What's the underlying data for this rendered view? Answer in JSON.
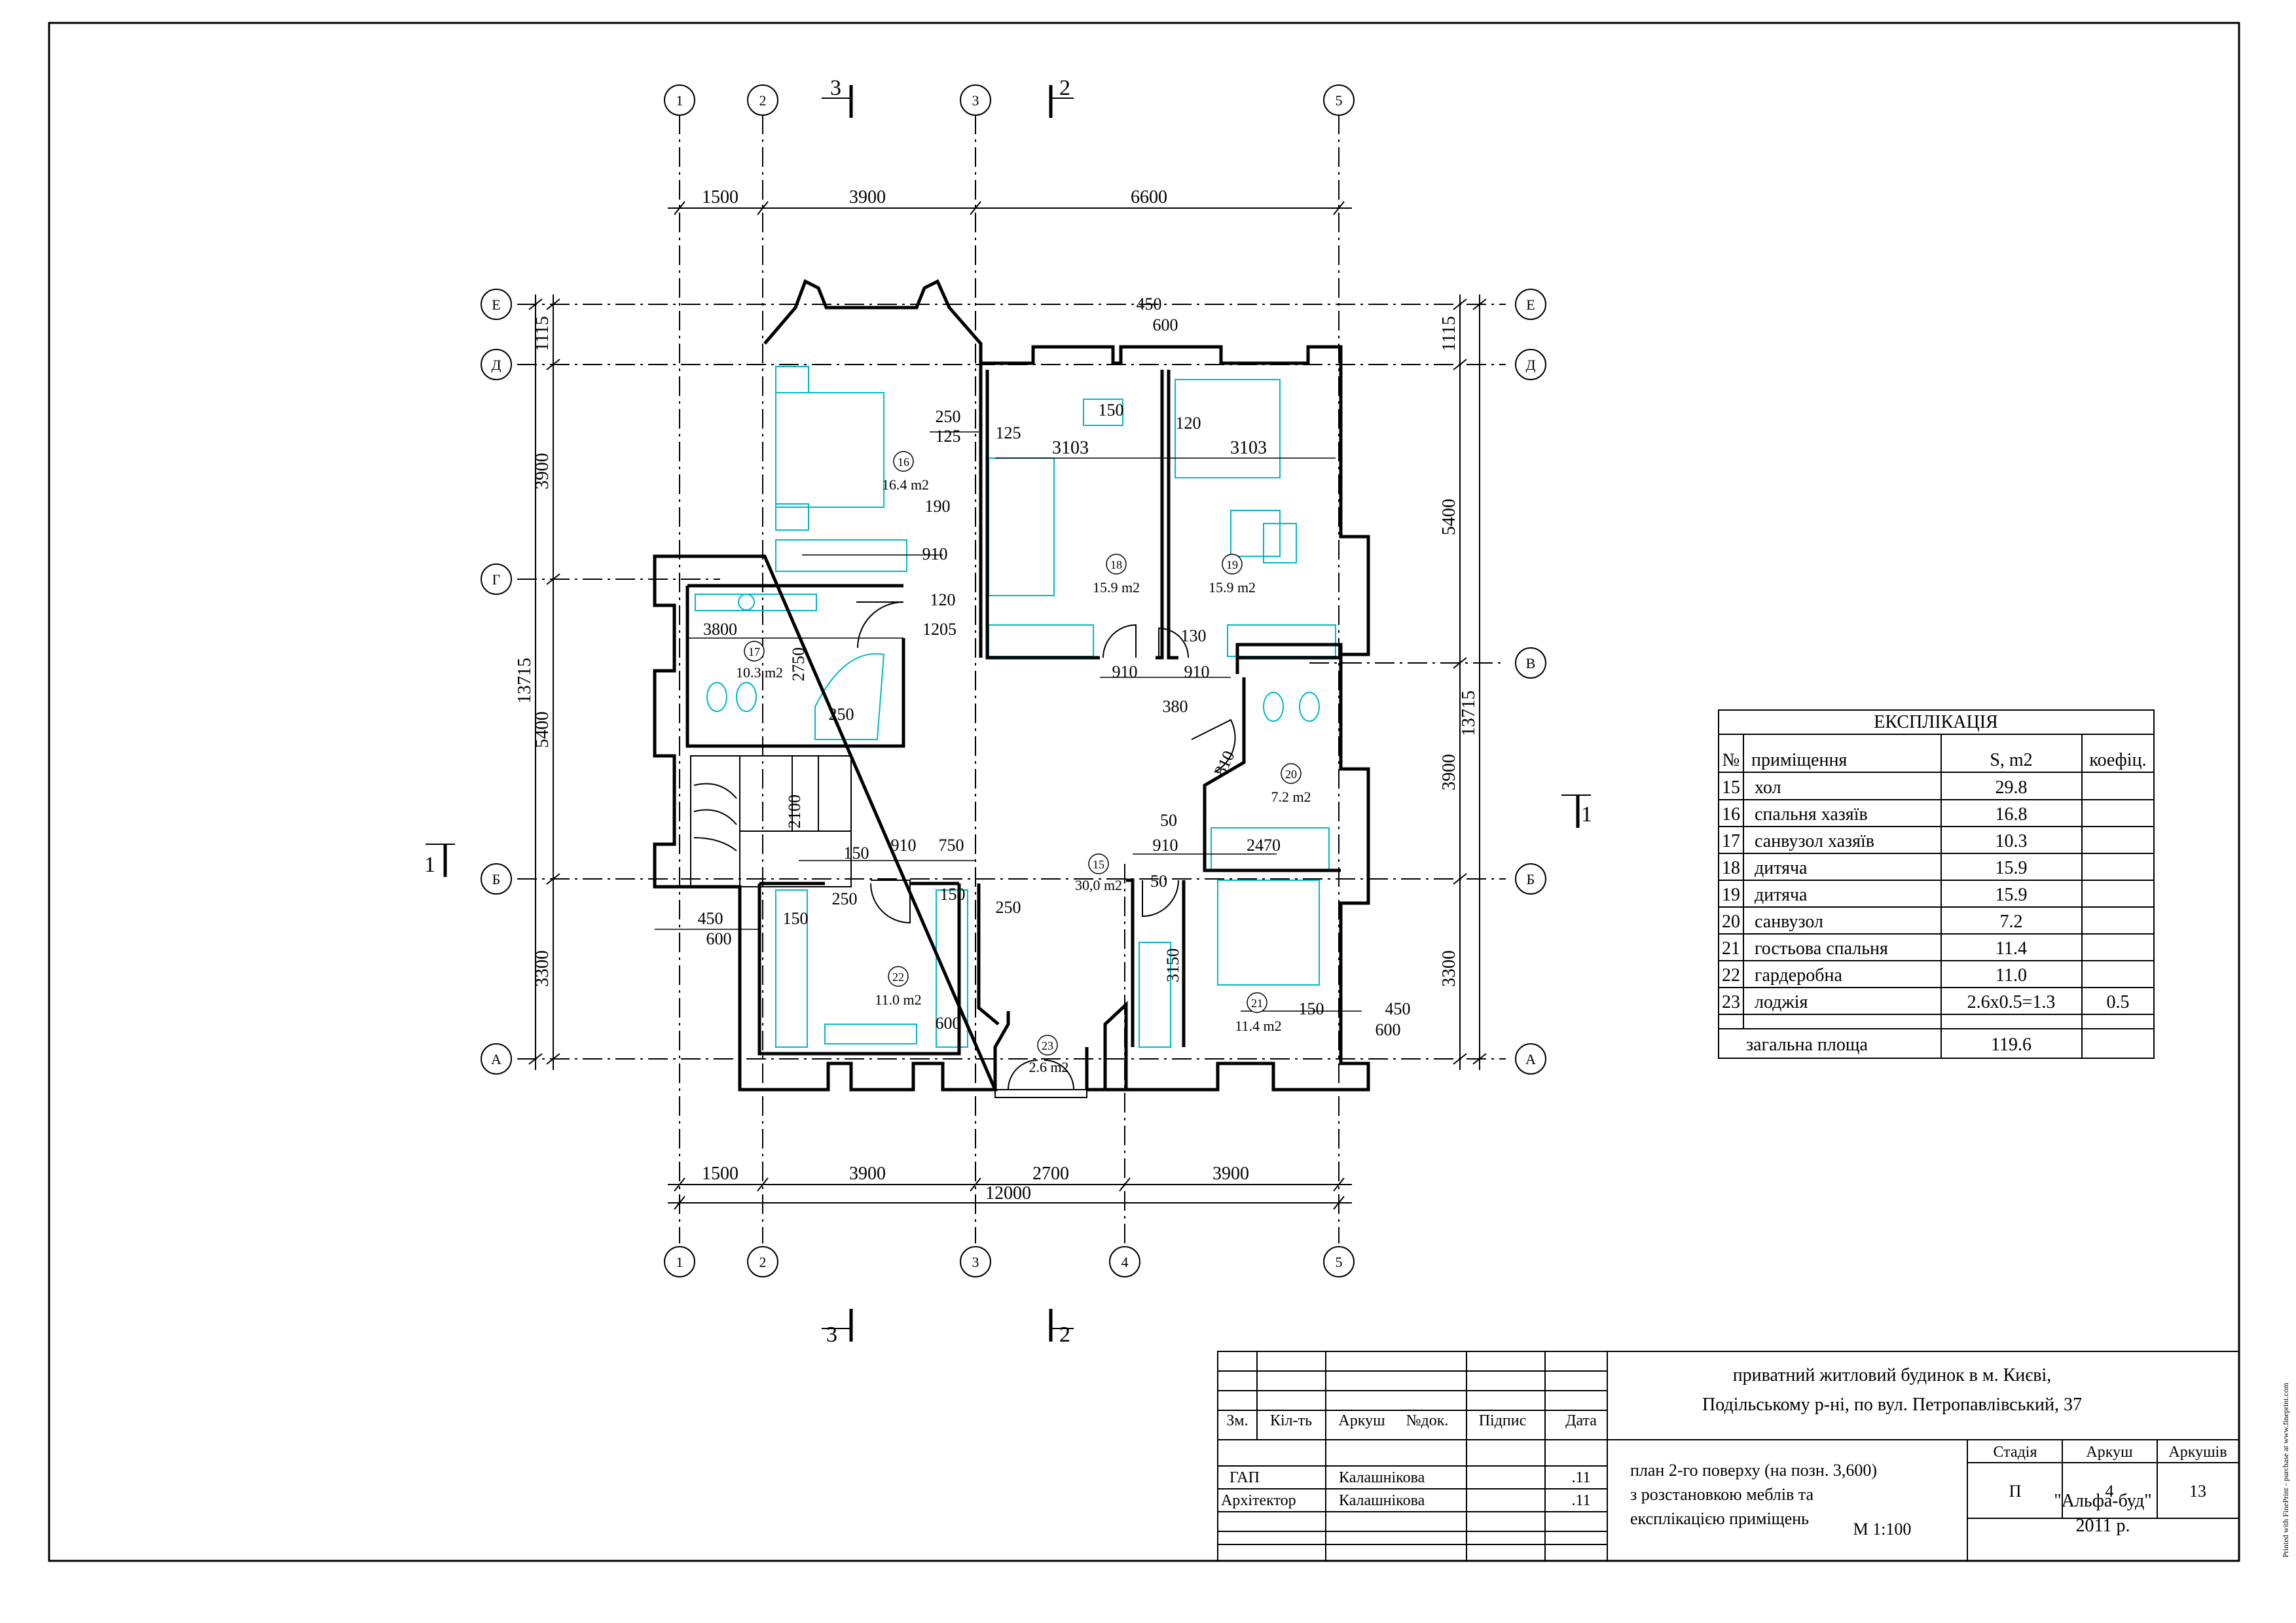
{
  "axes": {
    "columns": [
      "1",
      "2",
      "3",
      "4",
      "5"
    ],
    "rows": [
      "Е",
      "Д",
      "Г",
      "В",
      "Б",
      "А"
    ]
  },
  "section_marks": {
    "s1": "1",
    "s2": "2",
    "s3": "3"
  },
  "dims": {
    "top": [
      "1500",
      "3900",
      "6600"
    ],
    "bottom": [
      "1500",
      "3900",
      "2700",
      "3900"
    ],
    "bottom_total": "12000",
    "left_sub": [
      "1115",
      "3900",
      "5400",
      "3300"
    ],
    "left_total": "13715",
    "right_sub": [
      "1115",
      "5400",
      "3900",
      "3300"
    ],
    "right_total": "13715",
    "inner": {
      "d450a": "450",
      "d600a": "600",
      "d250a": "250",
      "d125a": "125",
      "d125b": "125",
      "d3103a": "3103",
      "d150a": "150",
      "d120a": "120",
      "d3103b": "3103",
      "d190": "190",
      "d910a": "910",
      "d120b": "120",
      "d1205": "1205",
      "d3800": "3800",
      "d2750": "2750",
      "d250b": "250",
      "d130": "130",
      "d910b": "910",
      "d910c": "910",
      "d380": "380",
      "d810": "810",
      "d2100": "2100",
      "d150b": "150",
      "d910d": "910",
      "d750": "750",
      "d50a": "50",
      "d910e": "910",
      "d2470": "2470",
      "d50b": "50",
      "d250c": "250",
      "d150c": "150",
      "d250d": "250",
      "d450b": "450",
      "d600b": "600",
      "d150d": "150",
      "d3150": "3150",
      "d600c": "600",
      "d150e": "150",
      "d450c": "450",
      "d600d": "600"
    }
  },
  "rooms": [
    {
      "num": "16",
      "area": "16.4 m2"
    },
    {
      "num": "18",
      "area": "15.9 m2"
    },
    {
      "num": "19",
      "area": "15.9 m2"
    },
    {
      "num": "17",
      "area": "10.3 m2"
    },
    {
      "num": "20",
      "area": "7.2 m2"
    },
    {
      "num": "15",
      "area": "30,0 m2"
    },
    {
      "num": "22",
      "area": "11.0 m2"
    },
    {
      "num": "21",
      "area": "11.4 m2"
    },
    {
      "num": "23",
      "area": "2.6 m2"
    }
  ],
  "explication": {
    "title": "ЕКСПЛІКАЦІЯ",
    "headers": [
      "№",
      "приміщення",
      "S, m2",
      "коефіц."
    ],
    "rows": [
      [
        "15",
        "хол",
        "29.8",
        ""
      ],
      [
        "16",
        "спальня хазяїв",
        "16.8",
        ""
      ],
      [
        "17",
        "санвузол хазяїв",
        "10.3",
        ""
      ],
      [
        "18",
        "дитяча",
        "15.9",
        ""
      ],
      [
        "19",
        "дитяча",
        "15.9",
        ""
      ],
      [
        "20",
        "санвузол",
        "7.2",
        ""
      ],
      [
        "21",
        "гостьова спальня",
        "11.4",
        ""
      ],
      [
        "22",
        "гардеробна",
        "11.0",
        ""
      ],
      [
        "23",
        "лоджія",
        "2.6x0.5=1.3",
        "0.5"
      ]
    ],
    "total_label": "загальна площа",
    "total_value": "119.6"
  },
  "stamp": {
    "project_line1": "приватний житловий будинок в м. Києві,",
    "project_line2": "Подільському р-ні, по вул. Петропавлівський, 37",
    "col_headers": [
      "Зм.",
      "Кіл-ть",
      "Аркуш",
      "№док.",
      "Підпис",
      "Дата"
    ],
    "people": [
      {
        "role": "ГАП",
        "name": "Калашнікова",
        "date": ".11"
      },
      {
        "role": "Архітектор",
        "name": "Калашнікова",
        "date": ".11"
      }
    ],
    "stage_label": "Стадія",
    "sheet_label": "Аркуш",
    "sheets_label": "Аркушів",
    "stage": "П",
    "sheet": "4",
    "sheets": "13",
    "drawing_line1": "план 2-го поверху (на позн. 3,600)",
    "drawing_line2": "з розстановкою меблів та",
    "drawing_line3": "експлікацією приміщень",
    "scale": "М 1:100",
    "company": "\"Альфа-буд\"",
    "year": "2011 р."
  },
  "side_note": "Printed with FinePrint - purchase at www.fineprint.com"
}
